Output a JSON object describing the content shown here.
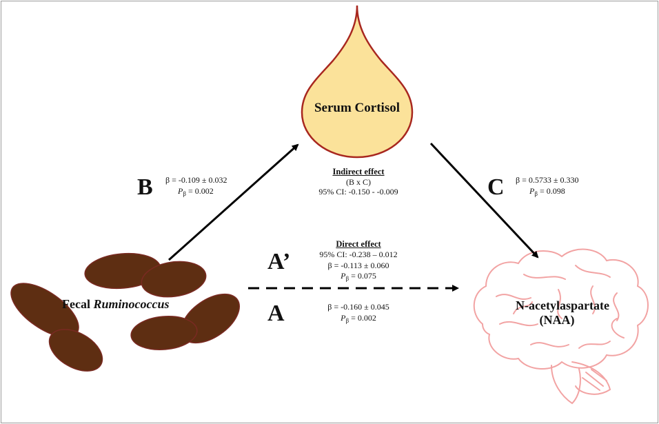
{
  "nodes": {
    "cortisol": "Serum Cortisol",
    "naa_line1": "N-acetylaspartate",
    "naa_line2": "(NAA)",
    "fecal_word": "Fecal",
    "fecal_taxon": "Ruminococcus"
  },
  "paths": {
    "b": {
      "letter": "B",
      "beta": "β = -0.109 ± 0.032",
      "p_prefix": "P",
      "p_sub": "β",
      "p_value": " = 0.002"
    },
    "c": {
      "letter": "C",
      "beta": "β = 0.5733 ± 0.330",
      "p_prefix": "P",
      "p_sub": "β",
      "p_value": " = 0.098"
    },
    "a_prime": {
      "letter": "A’"
    },
    "a": {
      "letter": "A",
      "beta": "β = -0.160 ± 0.045",
      "p_prefix": "P",
      "p_sub": "β",
      "p_value": " = 0.002"
    }
  },
  "indirect": {
    "title": "Indirect effect",
    "formula": "(B x C)",
    "ci": "95% CI: -0.150 - -0.009"
  },
  "direct": {
    "title": "Direct effect",
    "ci": "95% CI: -0.238 – 0.012",
    "beta": "β = -0.113 ± 0.060",
    "p_prefix": "P",
    "p_sub": "β",
    "p_value": " = 0.075"
  },
  "colors": {
    "drop_fill": "#fbe29a",
    "drop_stroke": "#a8271f",
    "bacteria": "#5e2e12",
    "bacteria_edge": "#7a2a22",
    "brain": "#f2a3a3",
    "arrow": "#000000"
  }
}
